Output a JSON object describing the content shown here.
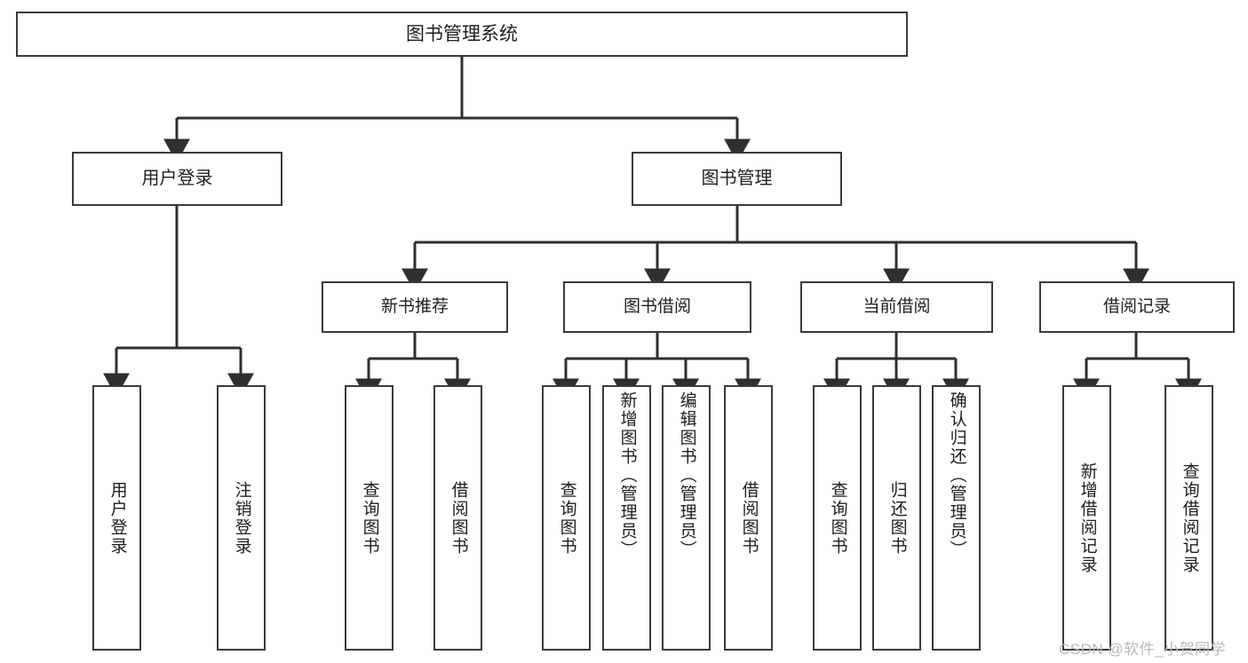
{
  "diagram": {
    "title": "图书管理系统",
    "type": "tree-hierarchy",
    "root": {
      "label": "图书管理系统"
    },
    "level1": [
      {
        "label": "用户登录"
      },
      {
        "label": "图书管理"
      }
    ],
    "level2": [
      {
        "label": "新书推荐"
      },
      {
        "label": "图书借阅"
      },
      {
        "label": "当前借阅"
      },
      {
        "label": "借阅记录"
      }
    ],
    "leaves": {
      "user_login": [
        {
          "label": "用户登录"
        },
        {
          "label": "注销登录"
        }
      ],
      "new_book_recommend": [
        {
          "label": "查询图书"
        },
        {
          "label": "借阅图书"
        }
      ],
      "book_borrow": [
        {
          "label": "查询图书"
        },
        {
          "label": "新增图书（管理员）"
        },
        {
          "label": "编辑图书（管理员）"
        },
        {
          "label": "借阅图书"
        }
      ],
      "current_borrow": [
        {
          "label": "查询图书"
        },
        {
          "label": "归还图书"
        },
        {
          "label": "确认归还（管理员）"
        }
      ],
      "borrow_record": [
        {
          "label": "新增借阅记录"
        },
        {
          "label": "查询借阅记录"
        }
      ]
    }
  },
  "watermark": {
    "text": "CSDN @软件_小贺同学"
  },
  "colors": {
    "box_border": "#3a3a3a",
    "box_fill": "#ffffff",
    "edge": "#2f2f2f",
    "text": "#1e1e1e",
    "watermark": "#b9b9b9"
  }
}
